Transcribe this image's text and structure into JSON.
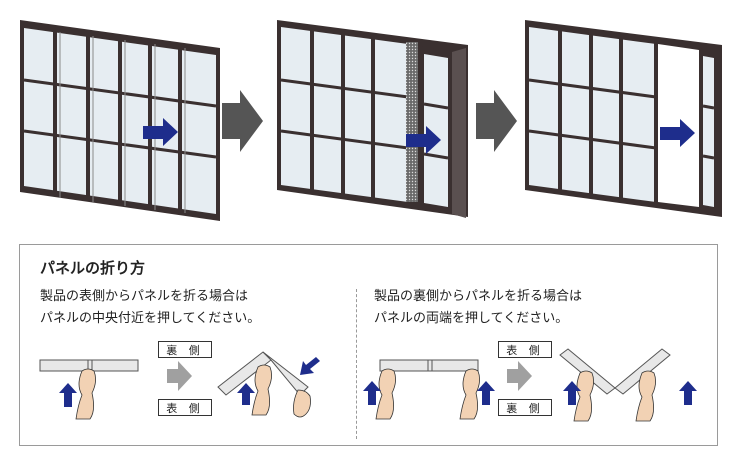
{
  "section": {
    "title": "パネルの折り方",
    "left": {
      "line1": "製品の表側からパネルを折る場合は",
      "line2": "パネルの中央付近を押してください。",
      "tag_top": "裏 側",
      "tag_bottom": "表 側"
    },
    "right": {
      "line1": "製品の裏側からパネルを折る場合は",
      "line2": "パネルの両端を押してください。",
      "tag_top": "表 側",
      "tag_bottom": "裏 側"
    }
  },
  "colors": {
    "frame": "#3a3030",
    "glass": "#e6edf2",
    "flow_arrow": "#555555",
    "push_arrow": "#1e2d8c",
    "hand": "#f2d2b4",
    "panel_fill": "#e8e8e8"
  }
}
